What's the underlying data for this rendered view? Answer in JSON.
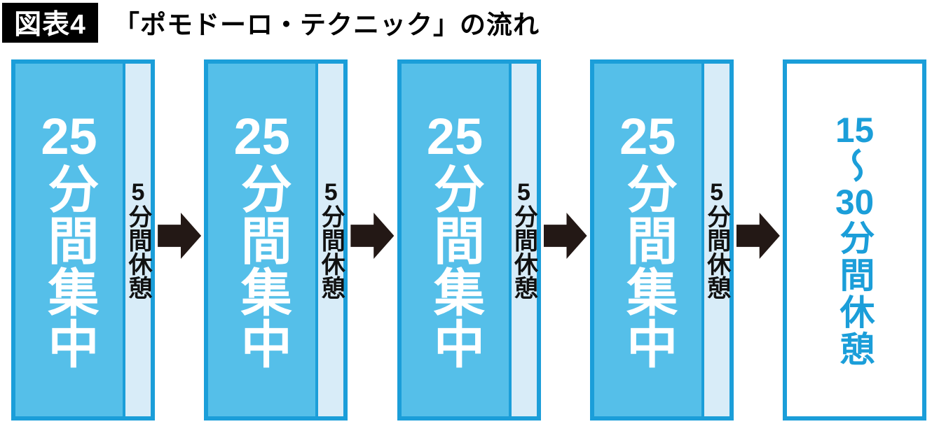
{
  "header": {
    "badge_label": "図表4",
    "title": "「ポモドーロ・テクニック」の流れ"
  },
  "colors": {
    "accent_blue": "#1b9ed9",
    "focus_box_fill": "#55bfe9",
    "break_strip_fill": "#d8ecf8",
    "arrow_black": "#231815",
    "badge_bg": "#000000",
    "badge_text": "#ffffff",
    "focus_text": "#ffffff",
    "strip_text": "#111111",
    "long_break_text": "#1b9ed9"
  },
  "flow": {
    "focus_boxes": [
      {
        "minutes": "25",
        "label": "分間集中",
        "strip_minutes": "5",
        "strip_label": "分間休憩"
      },
      {
        "minutes": "25",
        "label": "分間集中",
        "strip_minutes": "5",
        "strip_label": "分間休憩"
      },
      {
        "minutes": "25",
        "label": "分間集中",
        "strip_minutes": "5",
        "strip_label": "分間休憩"
      },
      {
        "minutes": "25",
        "label": "分間集中",
        "strip_minutes": "5",
        "strip_label": "分間休憩"
      }
    ],
    "long_break": {
      "minutes_from": "15",
      "tilde": "〜",
      "minutes_to": "30",
      "label": "分間休憩",
      "full_text": "15〜30分間休憩"
    }
  }
}
